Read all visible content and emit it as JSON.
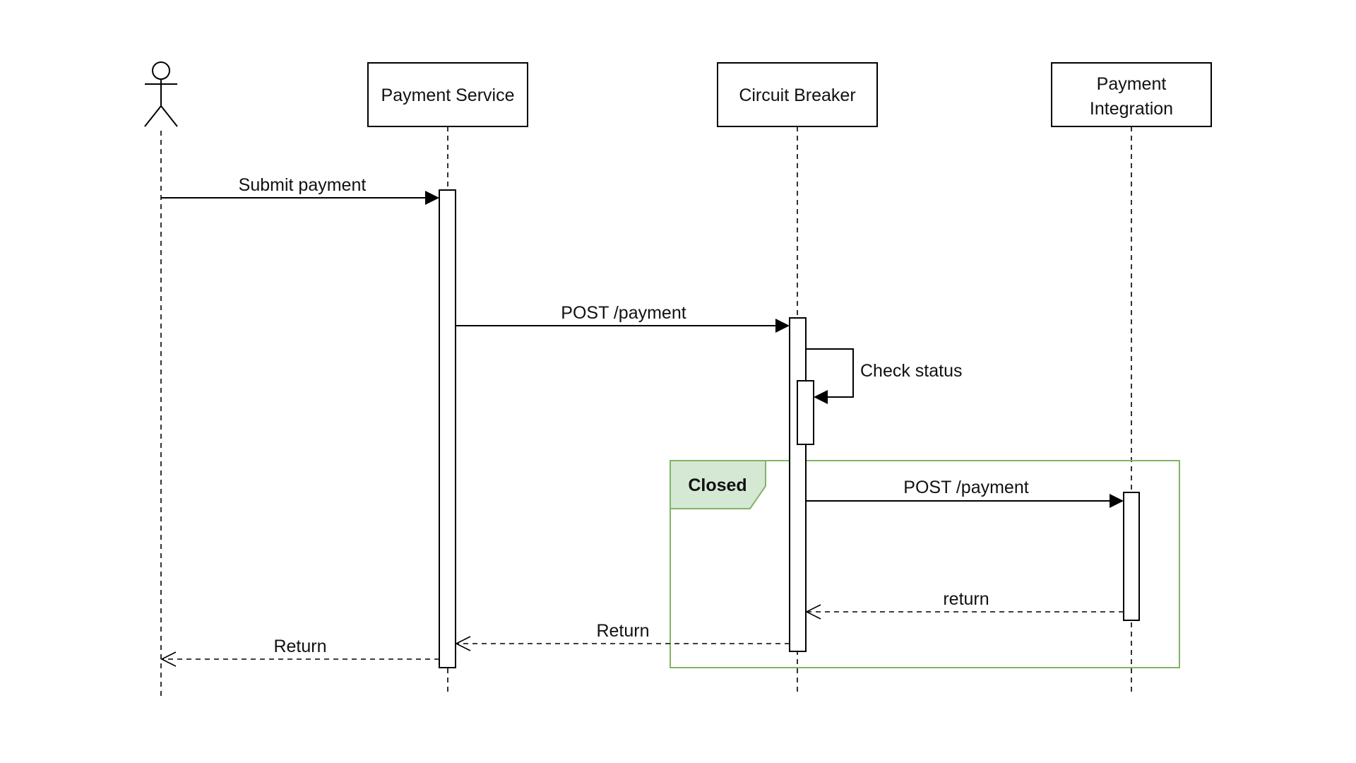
{
  "diagram": {
    "type": "sequence",
    "actor": {
      "name": "user",
      "label": ""
    },
    "participants": [
      {
        "id": "ps",
        "label_lines": [
          "Payment Service"
        ]
      },
      {
        "id": "cb",
        "label_lines": [
          "Circuit Breaker"
        ]
      },
      {
        "id": "pi",
        "label_lines": [
          "Payment",
          "Integration"
        ]
      }
    ],
    "messages": [
      {
        "from": "actor",
        "to": "ps",
        "label": "Submit payment",
        "style": "sync"
      },
      {
        "from": "ps",
        "to": "cb",
        "label": "POST /payment",
        "style": "sync"
      },
      {
        "from": "cb",
        "to": "cb",
        "label": "Check status",
        "style": "self"
      },
      {
        "from": "cb",
        "to": "pi",
        "label": "POST /payment",
        "style": "sync"
      },
      {
        "from": "pi",
        "to": "cb",
        "label": "return",
        "style": "return"
      },
      {
        "from": "cb",
        "to": "ps",
        "label": "Return",
        "style": "return"
      },
      {
        "from": "ps",
        "to": "actor",
        "label": "Return",
        "style": "return"
      }
    ],
    "fragment": {
      "label": "Closed"
    },
    "colors": {
      "line": "#000000",
      "fragment_border": "#82b366",
      "fragment_fill": "#d5e8d4"
    }
  }
}
